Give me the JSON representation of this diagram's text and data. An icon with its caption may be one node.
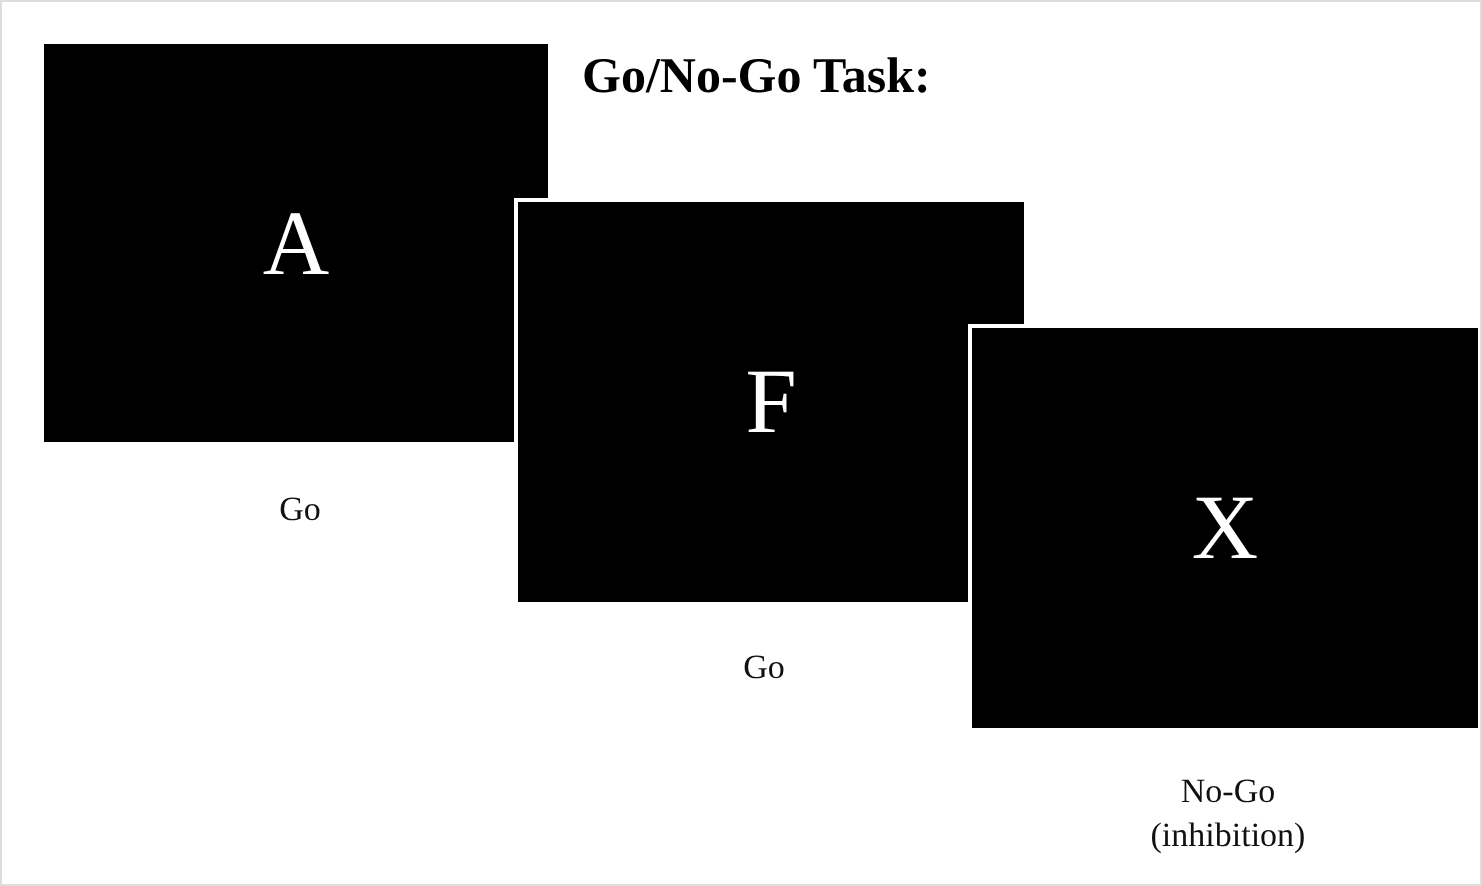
{
  "diagram": {
    "title": "Go/No-Go Task:",
    "nodes": [
      {
        "text": [
          "A"
        ],
        "beside": [
          "Go"
        ]
      },
      {
        "text": [
          "F"
        ],
        "beside": [
          "Go"
        ]
      },
      {
        "text": [
          "X"
        ],
        "beside": [
          "No-Go (inhibition)"
        ]
      }
    ],
    "edges": []
  }
}
